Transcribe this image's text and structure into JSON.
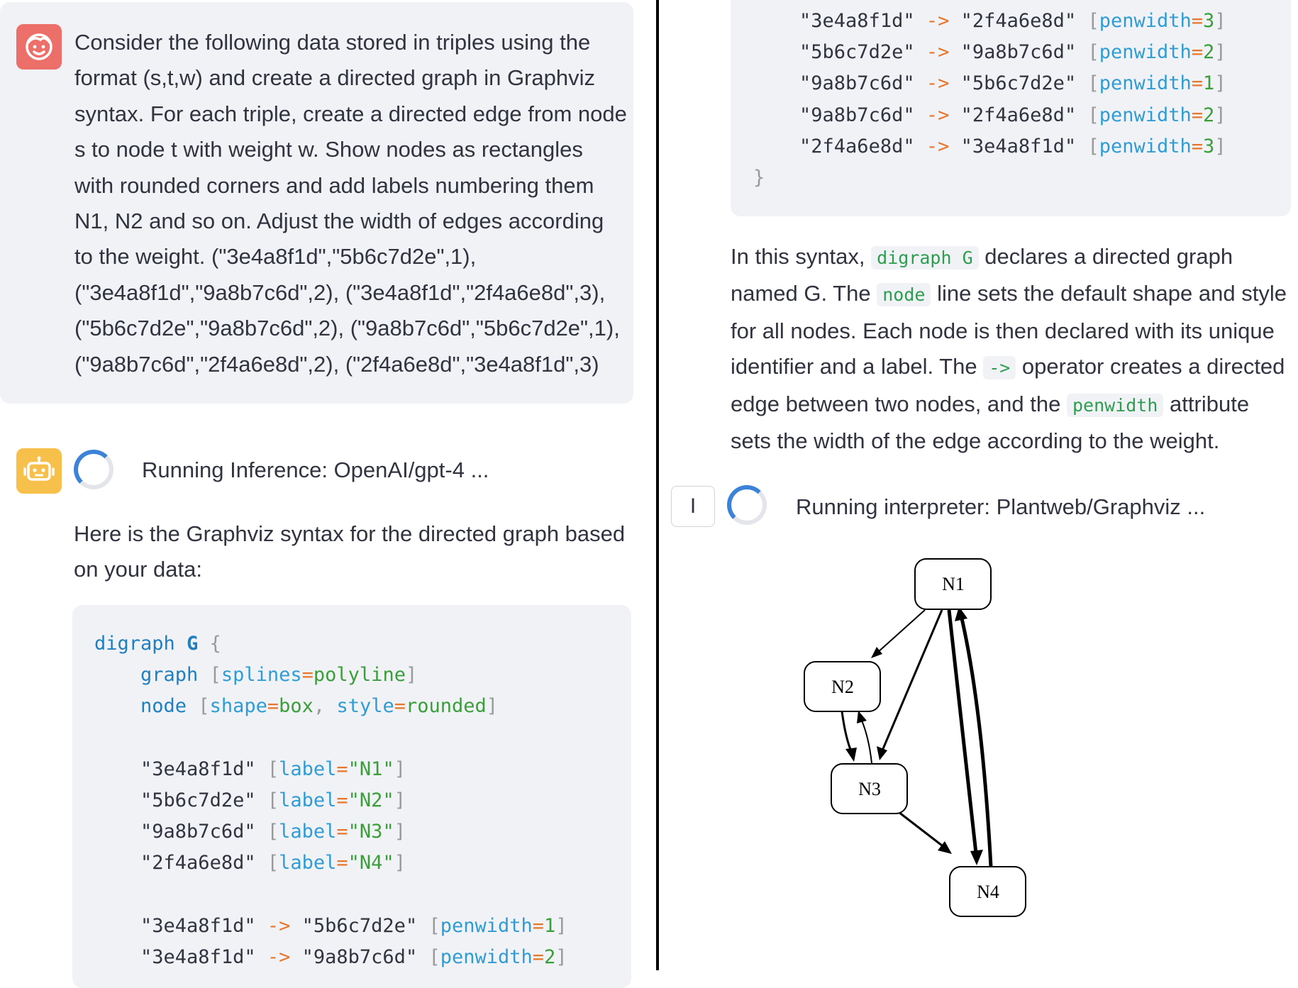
{
  "user_prompt": "Consider the following data stored in triples using the format (s,t,w) and create a directed graph in Graphviz syntax. For each triple, create a directed edge from node s to node t with weight w. Show nodes as rectangles with rounded corners and add labels numbering them N1, N2 and so on. Adjust the width of edges according to the weight. (\"3e4a8f1d\",\"5b6c7d2e\",1), (\"3e4a8f1d\",\"9a8b7c6d\",2), (\"3e4a8f1d\",\"2f4a6e8d\",3), (\"5b6c7d2e\",\"9a8b7c6d\",2), (\"9a8b7c6d\",\"5b6c7d2e\",1), (\"9a8b7c6d\",\"2f4a6e8d\",2), (\"2f4a6e8d\",\"3e4a8f1d\",3)",
  "inference_status": "Running Inference: OpenAI/gpt-4 ...",
  "intro_text": "Here is the Graphviz syntax for the directed graph based on your data:",
  "code": {
    "l1": {
      "kw": "digraph",
      "name": "G",
      "brace": "{"
    },
    "l2": {
      "kw": "graph",
      "attr": "splines",
      "val": "polyline"
    },
    "l3": {
      "kw": "node",
      "attr1": "shape",
      "val1": "box",
      "attr2": "style",
      "val2": "rounded"
    },
    "nodes": [
      {
        "id": "\"3e4a8f1d\"",
        "label": "\"N1\""
      },
      {
        "id": "\"5b6c7d2e\"",
        "label": "\"N2\""
      },
      {
        "id": "\"9a8b7c6d\"",
        "label": "\"N3\""
      },
      {
        "id": "\"2f4a6e8d\"",
        "label": "\"N4\""
      }
    ],
    "edges": [
      {
        "s": "\"3e4a8f1d\"",
        "t": "\"5b6c7d2e\"",
        "w": "1"
      },
      {
        "s": "\"3e4a8f1d\"",
        "t": "\"9a8b7c6d\"",
        "w": "2"
      },
      {
        "s": "\"3e4a8f1d\"",
        "t": "\"2f4a6e8d\"",
        "w": "3"
      },
      {
        "s": "\"5b6c7d2e\"",
        "t": "\"9a8b7c6d\"",
        "w": "2"
      },
      {
        "s": "\"9a8b7c6d\"",
        "t": "\"5b6c7d2e\"",
        "w": "1"
      },
      {
        "s": "\"9a8b7c6d\"",
        "t": "\"2f4a6e8d\"",
        "w": "2"
      },
      {
        "s": "\"2f4a6e8d\"",
        "t": "\"3e4a8f1d\"",
        "w": "3"
      }
    ],
    "arrow": "->",
    "attr_penwidth": "penwidth",
    "attr_label": "label",
    "close_brace": "}"
  },
  "explanation": {
    "p1": "In this syntax,",
    "c1": "digraph G",
    "p2": "declares a directed graph named G. The",
    "c2": "node",
    "p3": "line sets the default shape and style for all nodes. Each node is then declared with its unique identifier and a label. The",
    "c3": "->",
    "p4": "operator creates a directed edge between two nodes, and the",
    "c4": "penwidth",
    "p5": "attribute sets the width of the edge according to the weight."
  },
  "stop_button_label": "I",
  "interpreter_status": "Running interpreter: Plantweb/Graphviz ...",
  "graph_nodes": [
    "N1",
    "N2",
    "N3",
    "N4"
  ],
  "colors": {
    "user_avatar": "#ec6f6a",
    "bot_avatar": "#f7c04b",
    "message_bg": "#f0f2f6",
    "spinner": "#3b82d8"
  }
}
